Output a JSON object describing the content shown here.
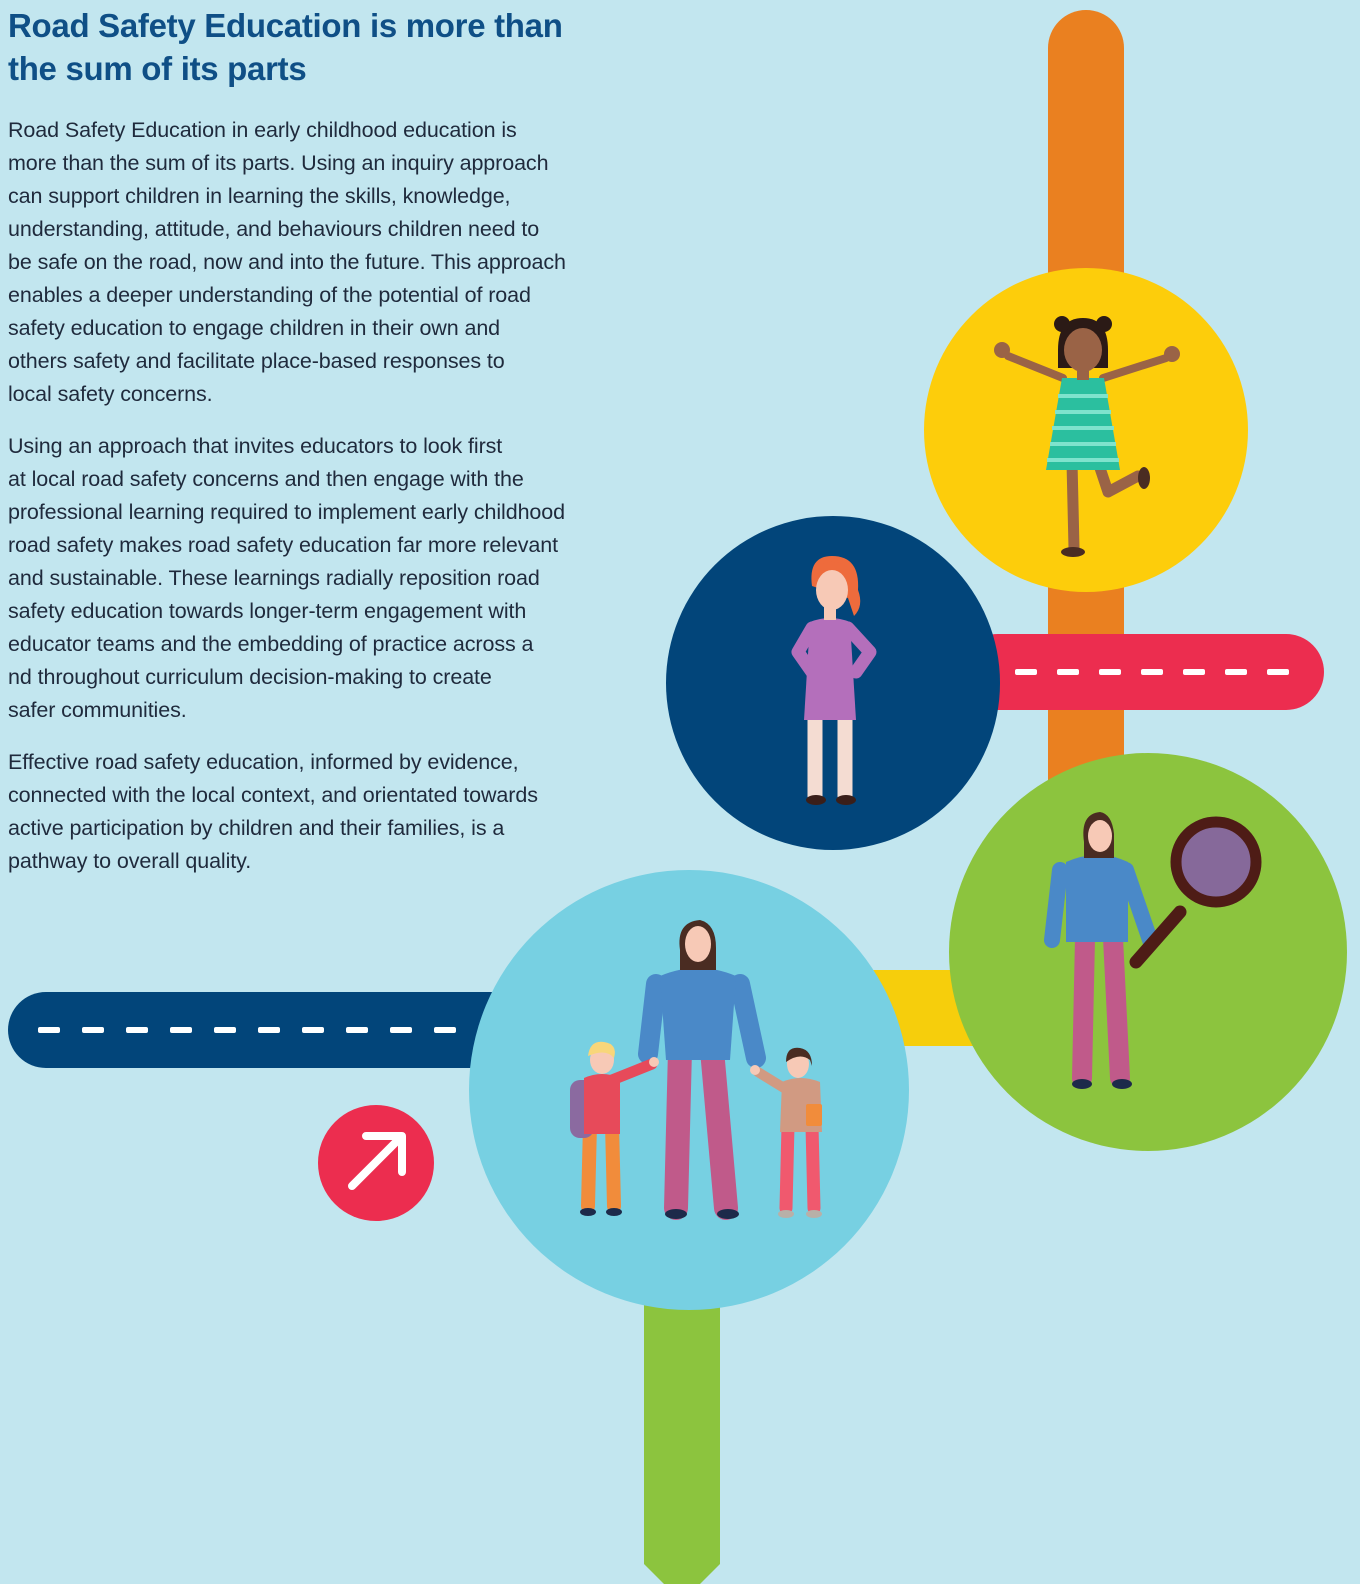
{
  "title_lines": [
    "Road Safety Education is more than",
    "the sum of its parts"
  ],
  "paragraphs": [
    [
      "Road Safety Education in early childhood education is",
      "more than the sum of its parts. Using an inquiry approach",
      "can support children in learning the skills, knowledge,",
      "understanding, attitude, and behaviours children need to",
      "be safe on the road, now and into the future. This approach",
      "enables a deeper understanding of the potential of road",
      "safety education to engage children in their own and",
      "others safety and facilitate place-based responses to",
      "local safety concerns."
    ],
    [
      "Using an approach that invites educators to look first",
      "at local road safety concerns and then engage with the",
      "professional learning required to implement early childhood",
      "road safety makes road safety education far more relevant",
      "and sustainable. These learnings radially reposition road",
      "safety education towards longer-term engagement with",
      "educator teams and the embedding of practice across a",
      "nd throughout curriculum decision-making to create",
      "safer communities."
    ],
    [
      "Effective road safety education, informed by evidence,",
      "connected with the local context, and orientated towards",
      "active participation by children and their families, is a",
      "pathway to overall quality."
    ]
  ],
  "colors": {
    "background": "#c2e6ef",
    "title": "#0f4f86",
    "orange_road": "#ea8020",
    "red_road": "#ec2d4f",
    "navy_road": "#02457a",
    "yellow_road": "#f6ce0c",
    "green_road": "#8cc43e",
    "yellow_circle": "#fdcd0b",
    "navy_circle": "#02457a",
    "green_circle": "#8cc43e",
    "light_blue_circle": "#77d0e2",
    "arrow_badge": "#ec2d4f"
  },
  "icons": {
    "arrow_badge": "arrow-up-right-icon",
    "magnifier": "magnifying-glass-icon"
  },
  "illustrations": [
    "dancing-girl-illustration",
    "standing-girl-illustration",
    "woman-with-magnifier-illustration",
    "family-walking-illustration"
  ]
}
